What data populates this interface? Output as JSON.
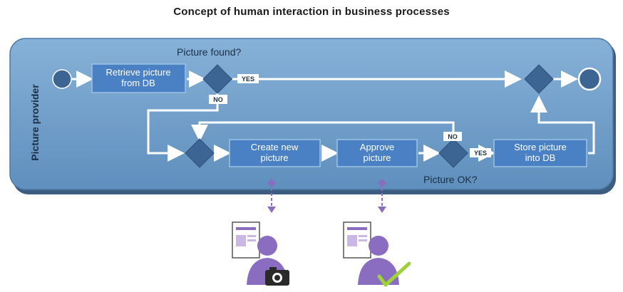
{
  "diagram": {
    "title": "Concept of human interaction in business processes",
    "lane": "Picture provider",
    "steps": {
      "retrieve": [
        "Retrieve picture",
        "from DB"
      ],
      "create": [
        "Create new",
        "picture"
      ],
      "approve": [
        "Approve",
        "picture"
      ],
      "store": [
        "Store picture",
        "into DB"
      ]
    },
    "questions": {
      "found": "Picture found?",
      "ok": "Picture OK?"
    },
    "labels": {
      "yes": "YES",
      "no": "NO"
    }
  },
  "colors": {
    "pool": "#6f9ec9",
    "box": "#4a80c4",
    "diamond": "#3d6593",
    "arrow": "#ffffff",
    "human": "#8a6cc0"
  }
}
